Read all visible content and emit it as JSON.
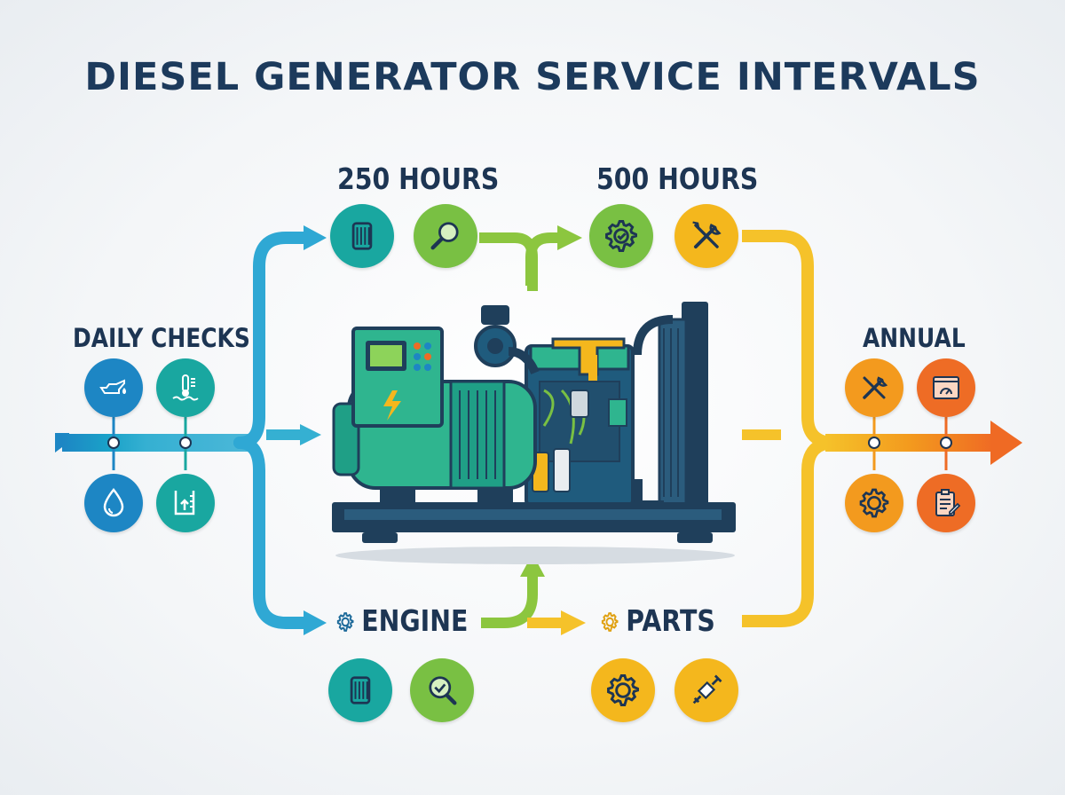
{
  "title": "DIESEL GENERATOR SERVICE INTERVALS",
  "stages": {
    "daily": {
      "label": "DAILY CHECKS",
      "icons": [
        "oil-can-icon",
        "coolant-temperature-icon",
        "fuel-drop-icon",
        "fluid-level-icon"
      ]
    },
    "h250": {
      "label": "250 HOURS",
      "icons": [
        "oil-filter-icon",
        "inspection-magnifier-icon"
      ]
    },
    "h500": {
      "label": "500 HOURS",
      "icons": [
        "gear-check-icon",
        "tools-icon"
      ]
    },
    "engine": {
      "label": "ENGINE",
      "icons": [
        "oil-filter-icon",
        "inspection-check-icon"
      ]
    },
    "parts": {
      "label": "PARTS",
      "icons": [
        "gear-icon",
        "spark-plug-icon"
      ]
    },
    "annual": {
      "label": "ANNUAL",
      "icons": [
        "tools-icon",
        "gauge-panel-icon",
        "gear-icon",
        "checklist-icon"
      ]
    }
  },
  "colors": {
    "title": "#1c3a5c",
    "blue": "#1d86c4",
    "teal": "#19a7a0",
    "green": "#79c043",
    "yellow": "#f4b71d",
    "orange": "#f39a1e",
    "red": "#ee6c25",
    "generator_body": "#2fb58f",
    "generator_frame": "#1f3f5b"
  }
}
